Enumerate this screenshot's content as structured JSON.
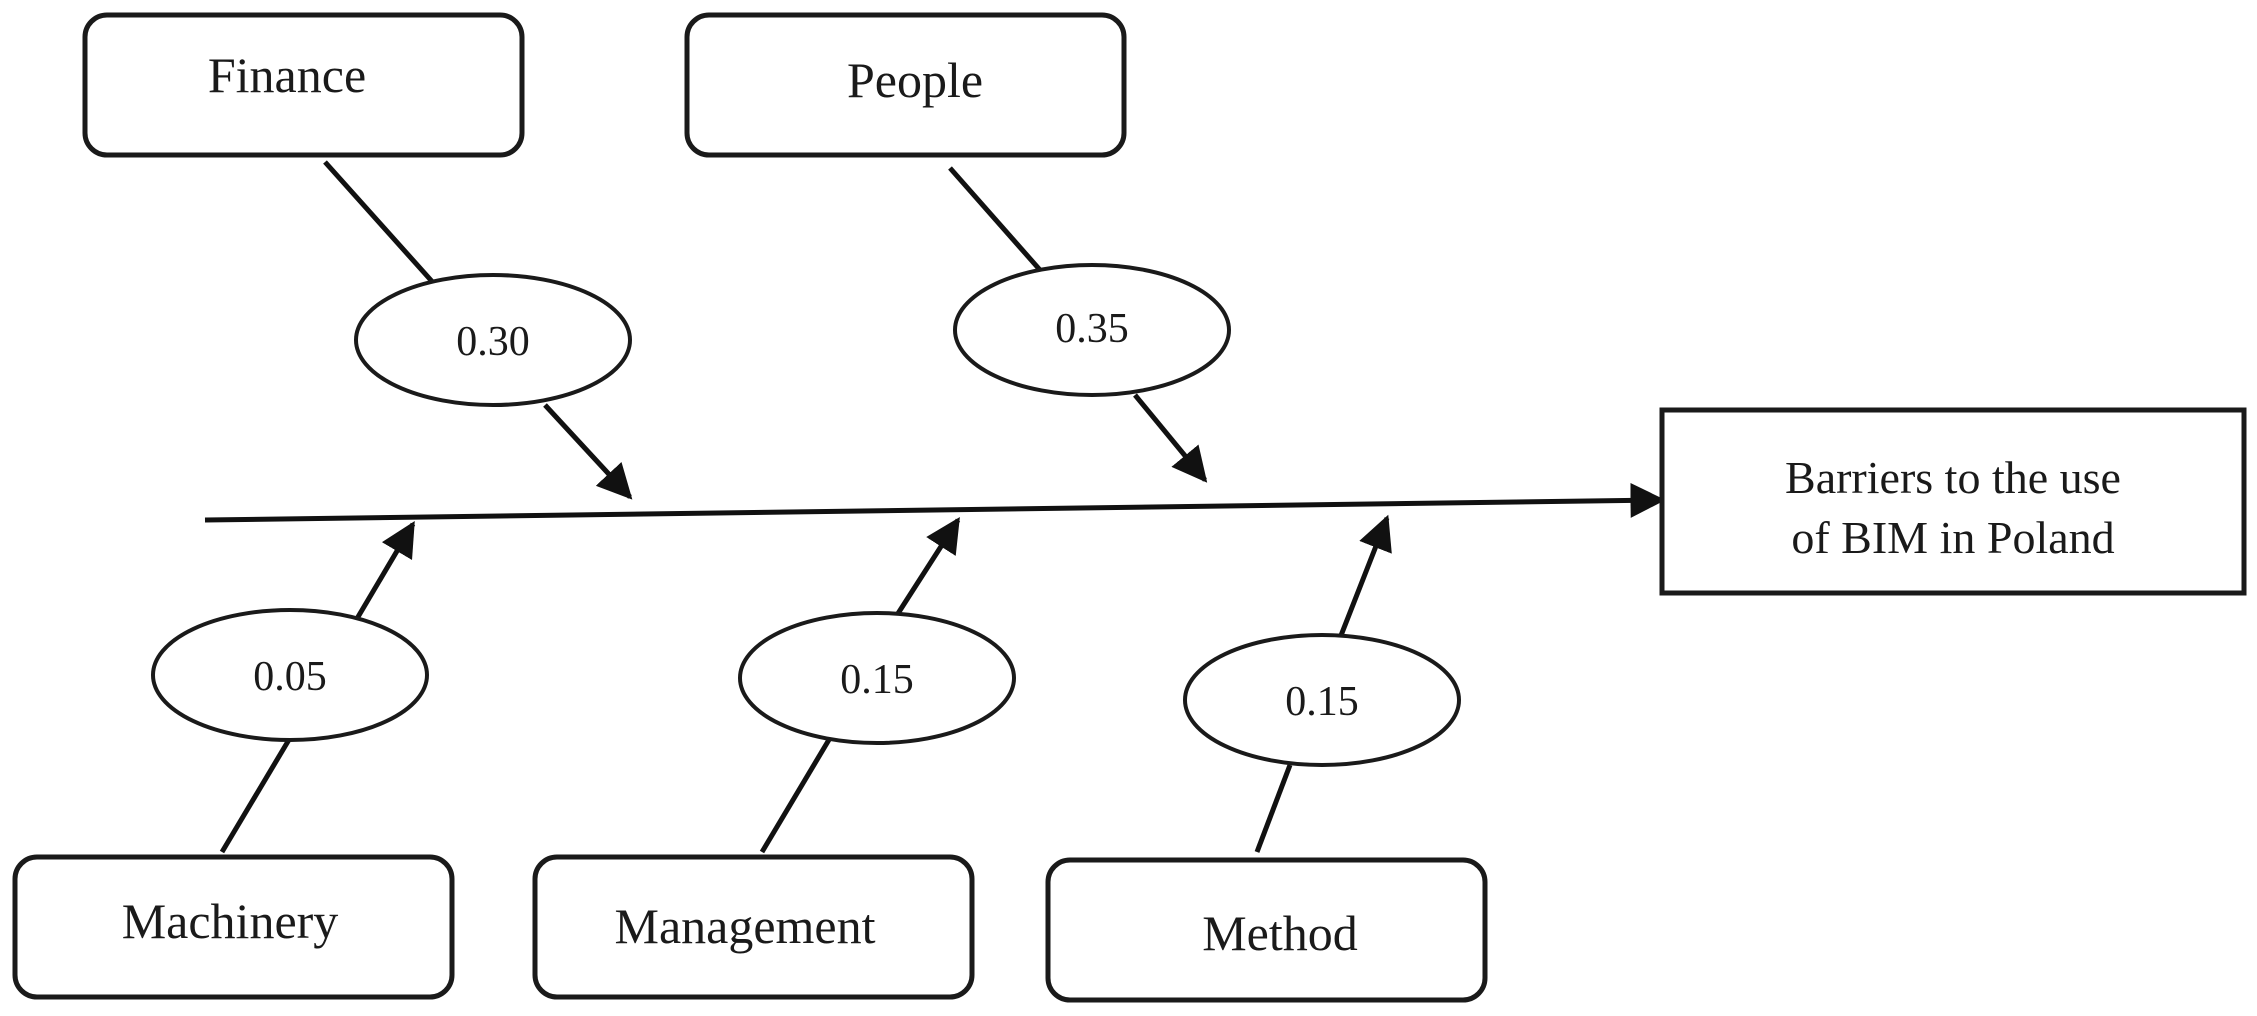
{
  "effect": {
    "line1": "Barriers to the use",
    "line2": "of BIM in Poland"
  },
  "causes": {
    "finance": {
      "label": "Finance",
      "weight": "0.30"
    },
    "people": {
      "label": "People",
      "weight": "0.35"
    },
    "machinery": {
      "label": "Machinery",
      "weight": "0.05"
    },
    "management": {
      "label": "Management",
      "weight": "0.15"
    },
    "method": {
      "label": "Method",
      "weight": "0.15"
    }
  }
}
